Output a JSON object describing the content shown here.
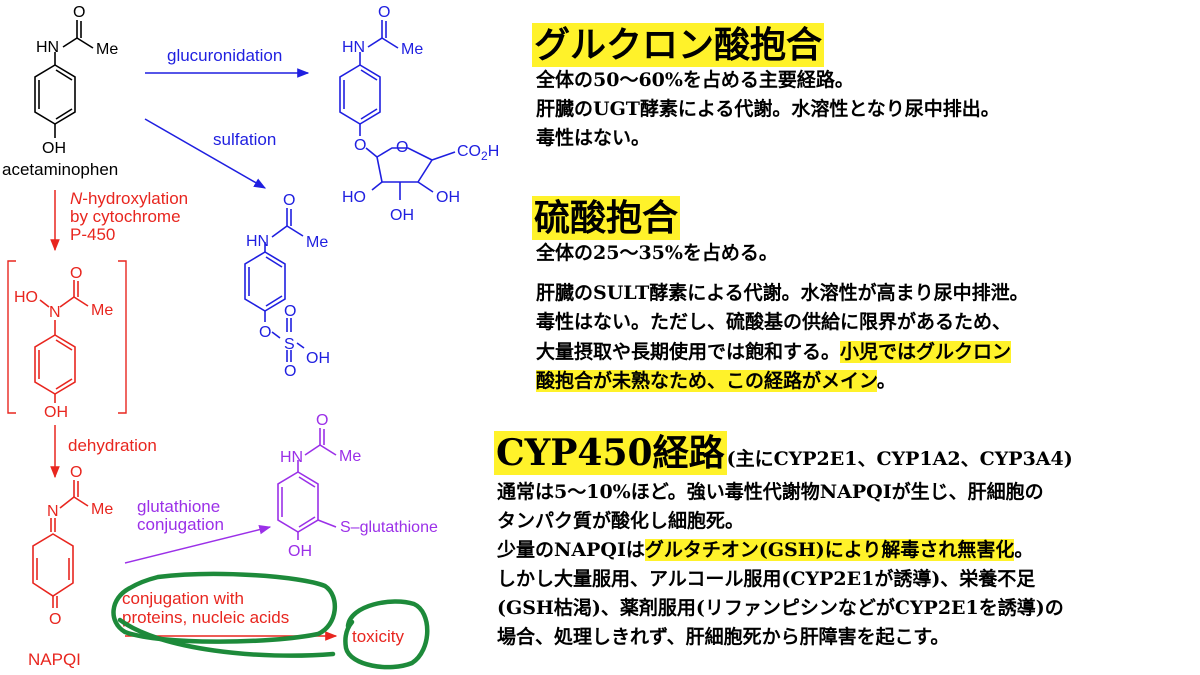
{
  "colors": {
    "black": "#000000",
    "blue": "#1f1fe0",
    "red": "#e8261f",
    "purple": "#9b30e8",
    "green": "#1d8a3a",
    "highlight": "#fff22a"
  },
  "diagram": {
    "acetaminophen": {
      "name": "acetaminophen",
      "hn": "HN",
      "me": "Me",
      "o": "O",
      "oh": "OH"
    },
    "glucuronidation_label": "glucuronidation",
    "sulfation_label": "sulfation",
    "glucuronide": {
      "hn": "HN",
      "me": "Me",
      "o_top": "O",
      "o_link": "O",
      "o_ring": "O",
      "co2h": "CO",
      "co2h_sub": "2",
      "co2h_tail": "H",
      "ho": "HO",
      "oh_right": "OH",
      "oh_bottom": "OH"
    },
    "sulfate": {
      "hn": "HN",
      "me": "Me",
      "o_top": "O",
      "o_link": "O",
      "s": "S",
      "o_s1": "O",
      "o_s2": "O",
      "oh": "OH"
    },
    "hydroxylation_label": {
      "line1_italic": "N",
      "line1_rest": "-hydroxylation",
      "line2": "by cytochrome",
      "line3": "P-450"
    },
    "intermediate": {
      "ho": "HO",
      "n": "N",
      "me": "Me",
      "o": "O",
      "oh": "OH"
    },
    "dehydration_label": "dehydration",
    "napqi": {
      "name": "NAPQI",
      "n": "N",
      "me": "Me",
      "o_top": "O",
      "o_bottom": "O"
    },
    "glutathione_label": {
      "line1": "glutathione",
      "line2": "conjugation"
    },
    "gsh_conjugate": {
      "hn": "HN",
      "me": "Me",
      "o": "O",
      "s_label": "S–glutathione",
      "oh": "OH"
    },
    "conjugation_label": {
      "line1": "conjugation with",
      "line2": "proteins, nucleic acids"
    },
    "toxicity_label": "toxicity"
  },
  "notes": {
    "glucuronidation": {
      "heading": "グルクロン酸抱合",
      "lines": [
        "全体の50〜60%を占める主要経路。",
        "肝臓のUGT酵素による代謝。水溶性となり尿中排出。",
        "毒性はない。"
      ]
    },
    "sulfation": {
      "heading": "硫酸抱合",
      "line1": "全体の25〜35%を占める。",
      "line2": "肝臓のSULT酵素による代謝。水溶性が高まり尿中排泄。",
      "line3": "毒性はない。ただし、硫酸基の供給に限界があるため、",
      "line4_plain": "大量摂取や長期使用では飽和する。",
      "line4_hl": "小児ではグルクロン",
      "line5_hl": "酸抱合が未熟なため、この経路がメイン",
      "line5_tail": "。"
    },
    "cyp450": {
      "heading": "CYP450経路",
      "heading_sub": "(主にCYP2E1、CYP1A2、CYP3A4)",
      "line1": "通常は5〜10%ほど。強い毒性代謝物NAPQIが生じ、肝細胞の",
      "line2": "タンパク質が酸化し細胞死。",
      "line3_plain": "少量のNAPQIは",
      "line3_hl": "グルタチオン(GSH)により解毒され無害化",
      "line3_tail": "。",
      "line4": "しかし大量服用、アルコール服用(CYP2E1が誘導)、栄養不足",
      "line5": "(GSH枯渇)、薬剤服用(リファンピシンなどがCYP2E1を誘導)の",
      "line6": "場合、処理しきれず、肝細胞死から肝障害を起こす。"
    }
  }
}
